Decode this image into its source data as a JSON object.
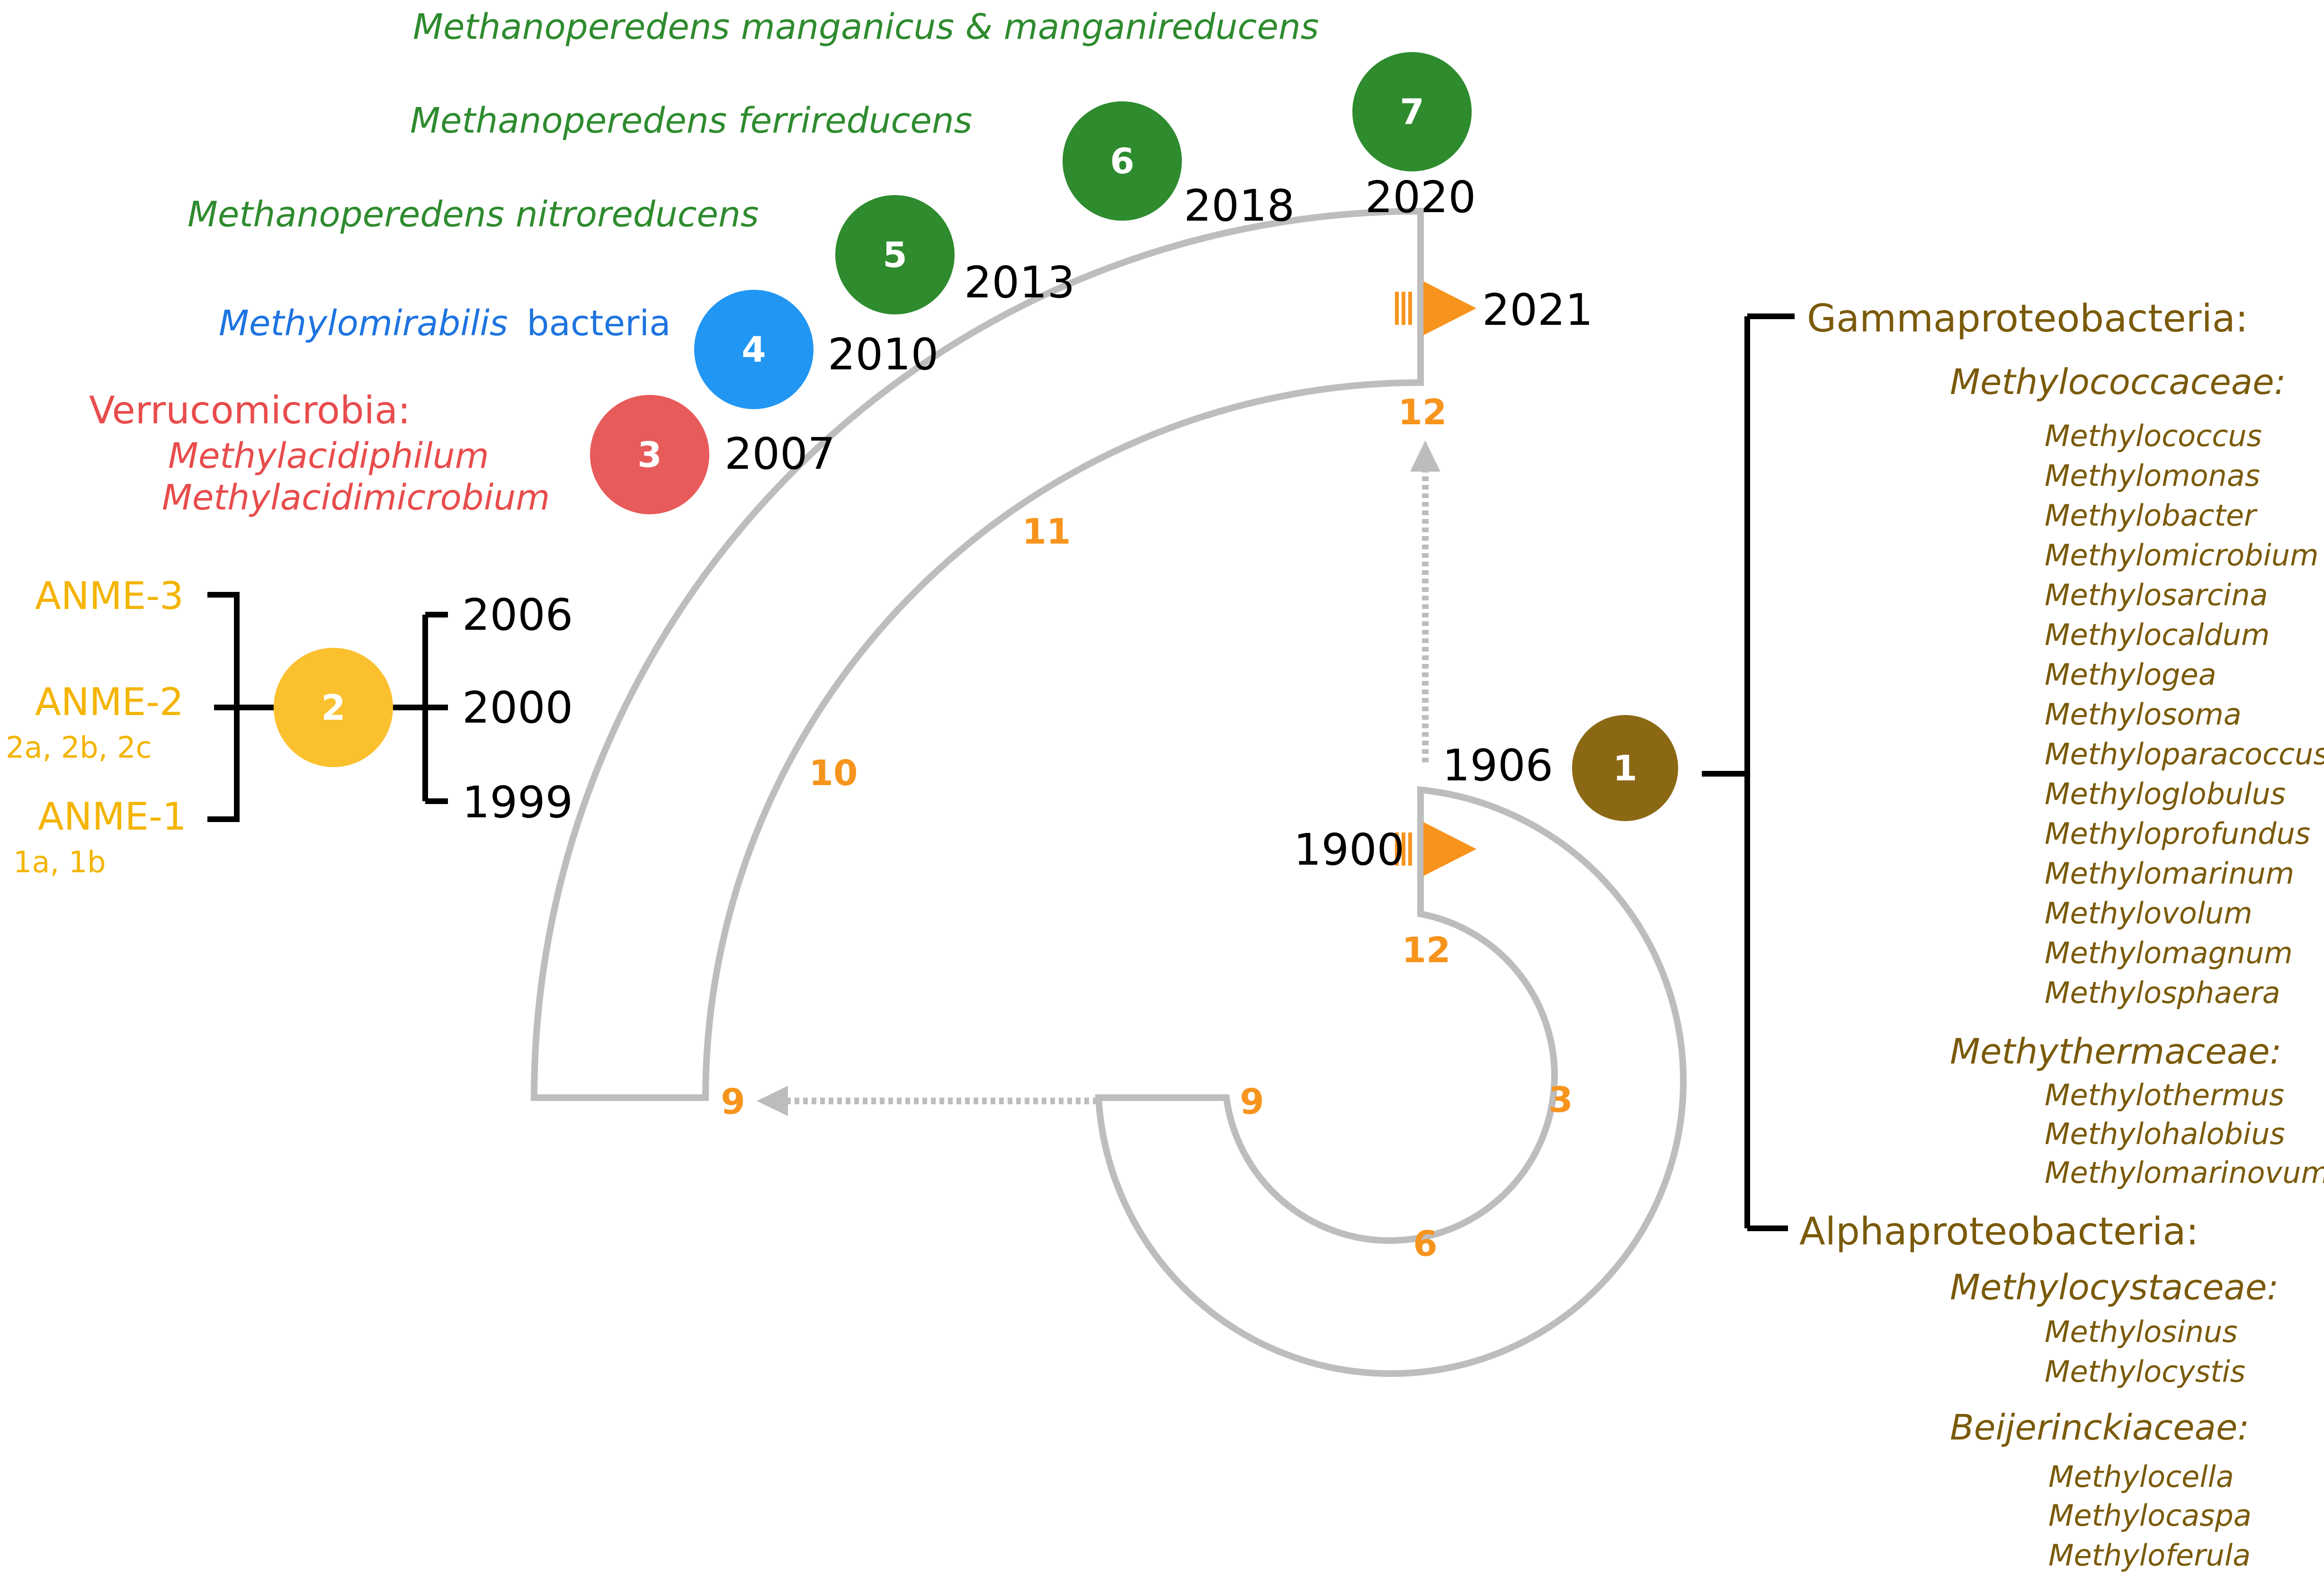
{
  "colors": {
    "track": "#bdbdbd",
    "clock_number": "#f7941d",
    "arrow": "#f7941d",
    "gamma_text": "#7a5a0a",
    "node_1": "#8b6914",
    "node_2": "#fbc02d",
    "anme_text": "#f4b400",
    "node_3": "#e85b5b",
    "verruco_text": "#e84c4c",
    "node_4": "#2196f3",
    "methylomirabilis_text": "#1e74e0",
    "node_567": "#2e8b2e",
    "methanoperedens_text": "#2e8b2e",
    "bracket": "#000000"
  },
  "clock_numbers": {
    "inner_12": "12",
    "inner_3": "3",
    "inner_6": "6",
    "inner_9": "9",
    "outer_9": "9",
    "outer_10": "10",
    "outer_11": "11",
    "outer_12": "12"
  },
  "timeline": {
    "start_year": "1900",
    "end_year": "2021"
  },
  "milestones": [
    {
      "number": "1",
      "years": [
        "1906"
      ]
    },
    {
      "number": "2",
      "years": [
        "2006",
        "2000",
        "1999"
      ]
    },
    {
      "number": "3",
      "years": [
        "2007"
      ]
    },
    {
      "number": "4",
      "years": [
        "2010"
      ]
    },
    {
      "number": "5",
      "years": [
        "2013"
      ]
    },
    {
      "number": "6",
      "years": [
        "2018"
      ]
    },
    {
      "number": "7",
      "years": [
        "2020"
      ]
    }
  ],
  "anme": {
    "anme3": "ANME-3",
    "anme2": "ANME-2",
    "anme2_sub": "2a, 2b, 2c",
    "anme1": "ANME-1",
    "anme1_sub": "1a, 1b"
  },
  "verrucomicrobia": {
    "heading": "Verrucomicrobia:",
    "genera": [
      "Methylacidiphilum",
      "Methylacidimicrobium"
    ]
  },
  "methylomirabilis": {
    "genus": "Methylomirabilis",
    "suffix": "bacteria"
  },
  "methanoperedens": [
    "Methanoperedens nitroreducens",
    "Methanoperedens ferrireducens",
    "Methanoperedens manganicus & manganireducens"
  ],
  "proteobacteria": {
    "gamma": {
      "heading": "Gammaproteobacteria:",
      "families": [
        {
          "name": "Methylococcaceae:",
          "genera": [
            "Methylococcus",
            "Methylomonas",
            "Methylobacter",
            "Methylomicrobium",
            "Methylosarcina",
            "Methylocaldum",
            "Methylogea",
            "Methylosoma",
            "Methyloparacoccus",
            "Methyloglobulus",
            "Methyloprofundus",
            "Methylomarinum",
            "Methylovolum",
            "Methylomagnum",
            "Methylosphaera"
          ]
        },
        {
          "name": "Methythermaceae:",
          "genera": [
            "Methylothermus",
            "Methylohalobius",
            "Methylomarinovum"
          ]
        }
      ]
    },
    "alpha": {
      "heading": "Alphaproteobacteria:",
      "families": [
        {
          "name": "Methylocystaceae:",
          "genera": [
            "Methylosinus",
            "Methylocystis"
          ]
        },
        {
          "name": "Beijerinckiaceae:",
          "genera": [
            "Methylocella",
            "Methylocaspa",
            "Methyloferula"
          ]
        }
      ]
    }
  }
}
